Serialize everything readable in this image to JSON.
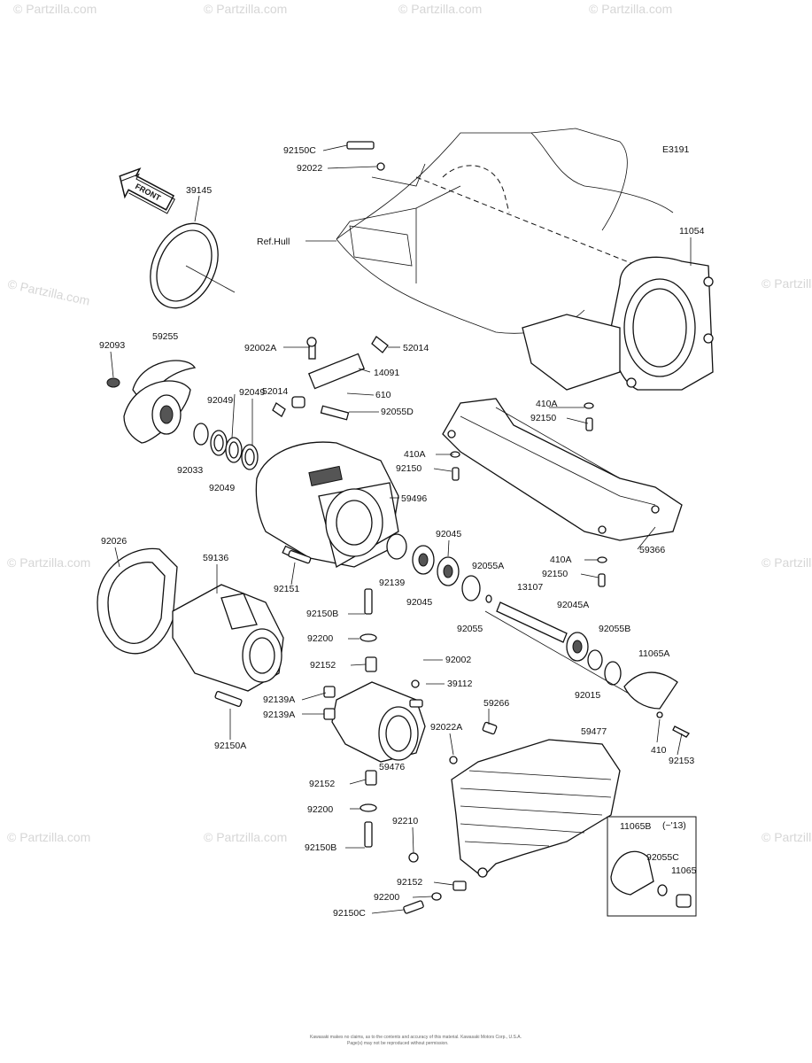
{
  "diagram_code": "E3191",
  "front_arrow": "FRONT",
  "ref_label": "Ref.Hull",
  "inset_note": "(~'13)",
  "watermark": "© Partzilla.com",
  "footer_line1": "Kawasaki makes no claims, as to the contents and accuracy of this material. Kawasaki Motors Corp., U.S.A.",
  "footer_line2": "Page(s) may not be reproduced without permission.",
  "labels": [
    "92150C",
    "92022",
    "39145",
    "11054",
    "92093",
    "59255",
    "92002A",
    "52014",
    "14091",
    "52014",
    "610",
    "92055D",
    "92049",
    "92049",
    "92033",
    "92049",
    "410A",
    "92150",
    "410A",
    "92150",
    "59496",
    "92026",
    "59136",
    "92151",
    "92045",
    "92139",
    "92045",
    "92055A",
    "92055",
    "13107",
    "92045A",
    "92150B",
    "92200",
    "92002",
    "92152",
    "39112",
    "92139A",
    "92139A",
    "92150A",
    "59266",
    "92022A",
    "59477",
    "92015",
    "92055B",
    "11065A",
    "410",
    "92153",
    "59476",
    "92152",
    "92200",
    "92210",
    "92150B",
    "92152",
    "92200",
    "92150C",
    "11065B",
    "92055C",
    "11065",
    "410A",
    "92150",
    "59366"
  ]
}
